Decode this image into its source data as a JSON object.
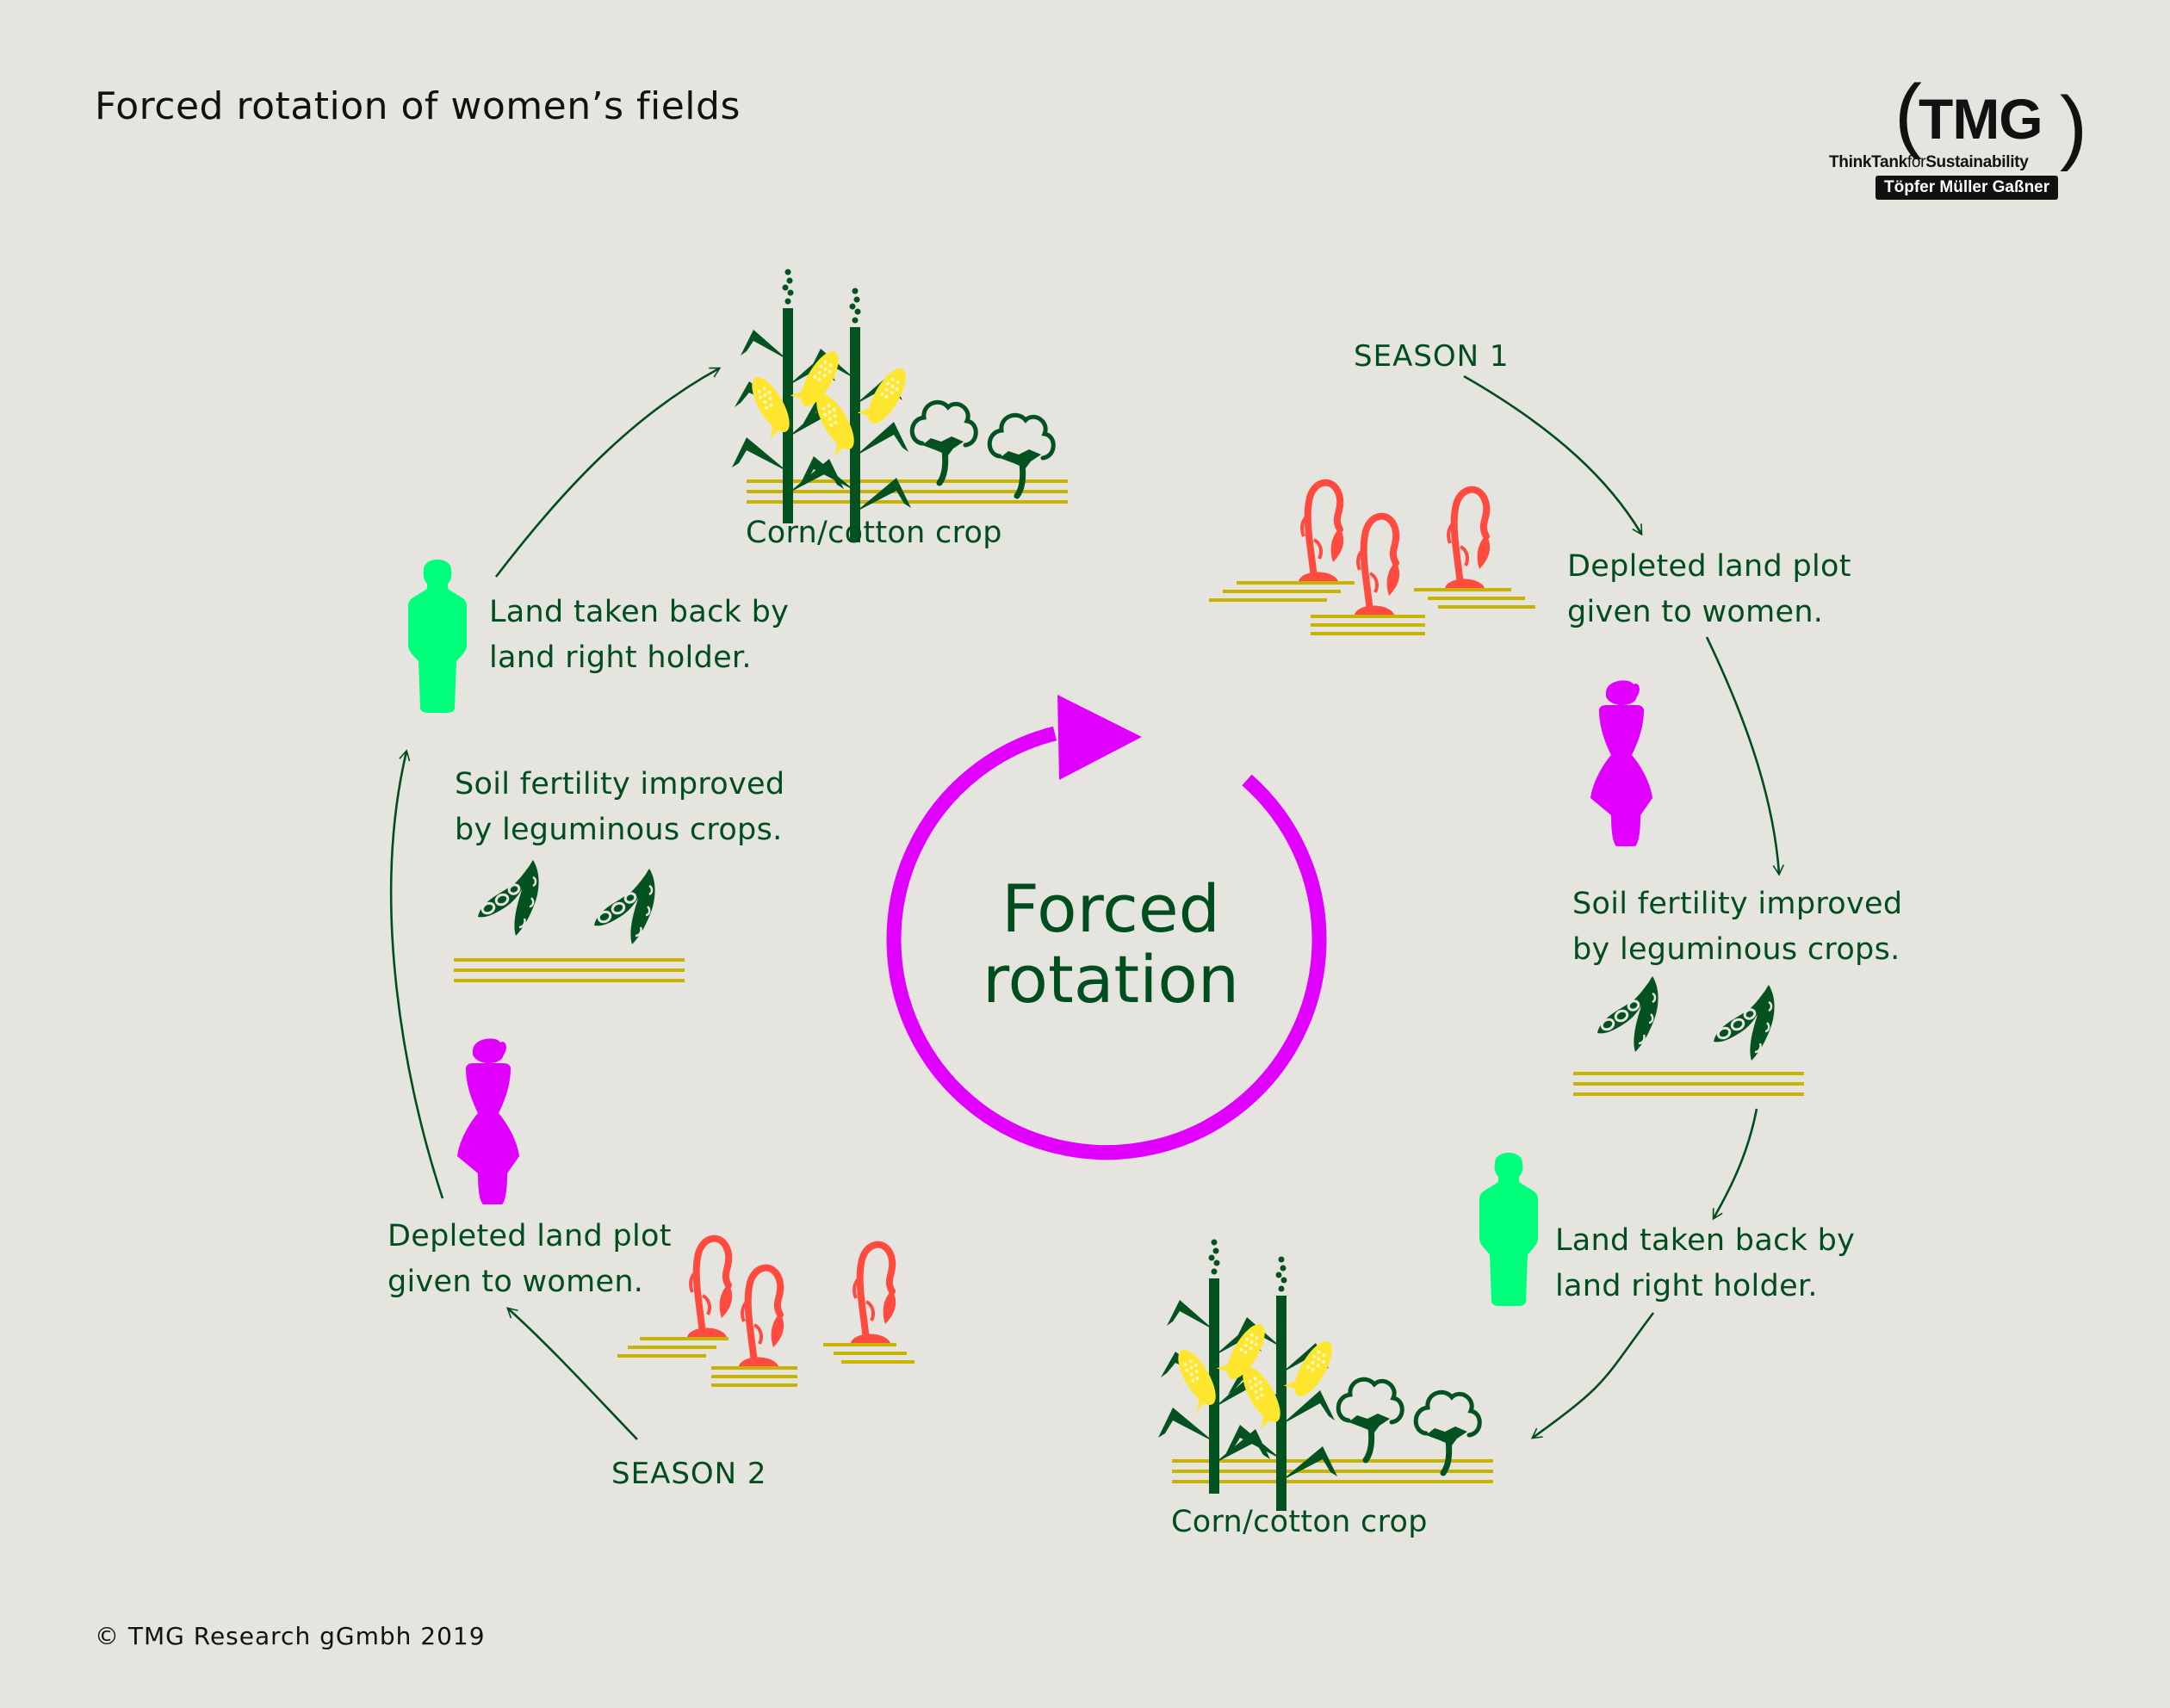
{
  "header": {
    "title": "Forced rotation of women’s fields"
  },
  "logo": {
    "mark": "TMG",
    "tagline_part1": "ThinkTank",
    "tagline_part2": "for",
    "tagline_part3": "Sustainability",
    "names": "Töpfer Müller Gaßner"
  },
  "center": {
    "label": "Forced\nrotation",
    "arrow_color": "#e100ff",
    "icon": "cycle-arrow-icon"
  },
  "colors": {
    "background": "#e6e4df",
    "text_green": "#004d1d",
    "plant_green": "#04521f",
    "corn_yellow": "#ffe62e",
    "soil_olive": "#c8b400",
    "wilted_red": "#ff4a3f",
    "woman_magenta": "#e100ff",
    "man_green": "#00ff7a"
  },
  "cycle": {
    "season1": {
      "label": "SEASON 1",
      "steps": [
        {
          "text": "Depleted land plot\ngiven to women.",
          "icons": [
            "wilted-plants-icon",
            "woman-icon"
          ]
        },
        {
          "text": "Soil fertility improved\nby leguminous crops.",
          "icons": [
            "bean-pods-icon"
          ]
        },
        {
          "text": "Land taken back by\nland right holder.",
          "icons": [
            "man-icon"
          ]
        },
        {
          "text": "Corn/cotton crop",
          "icons": [
            "corn-icon",
            "cotton-icon"
          ]
        }
      ]
    },
    "season2": {
      "label": "SEASON 2",
      "steps": [
        {
          "text": "Depleted land plot\ngiven to women.",
          "icons": [
            "wilted-plants-icon",
            "woman-icon"
          ]
        },
        {
          "text": "Soil fertility improved\nby leguminous crops.",
          "icons": [
            "bean-pods-icon"
          ]
        },
        {
          "text": "Land taken back by\nland right holder.",
          "icons": [
            "man-icon"
          ]
        },
        {
          "text": "Corn/cotton crop",
          "icons": [
            "corn-icon",
            "cotton-icon"
          ]
        }
      ]
    }
  },
  "footer": {
    "copyright": "© TMG Research gGmbh 2019"
  }
}
